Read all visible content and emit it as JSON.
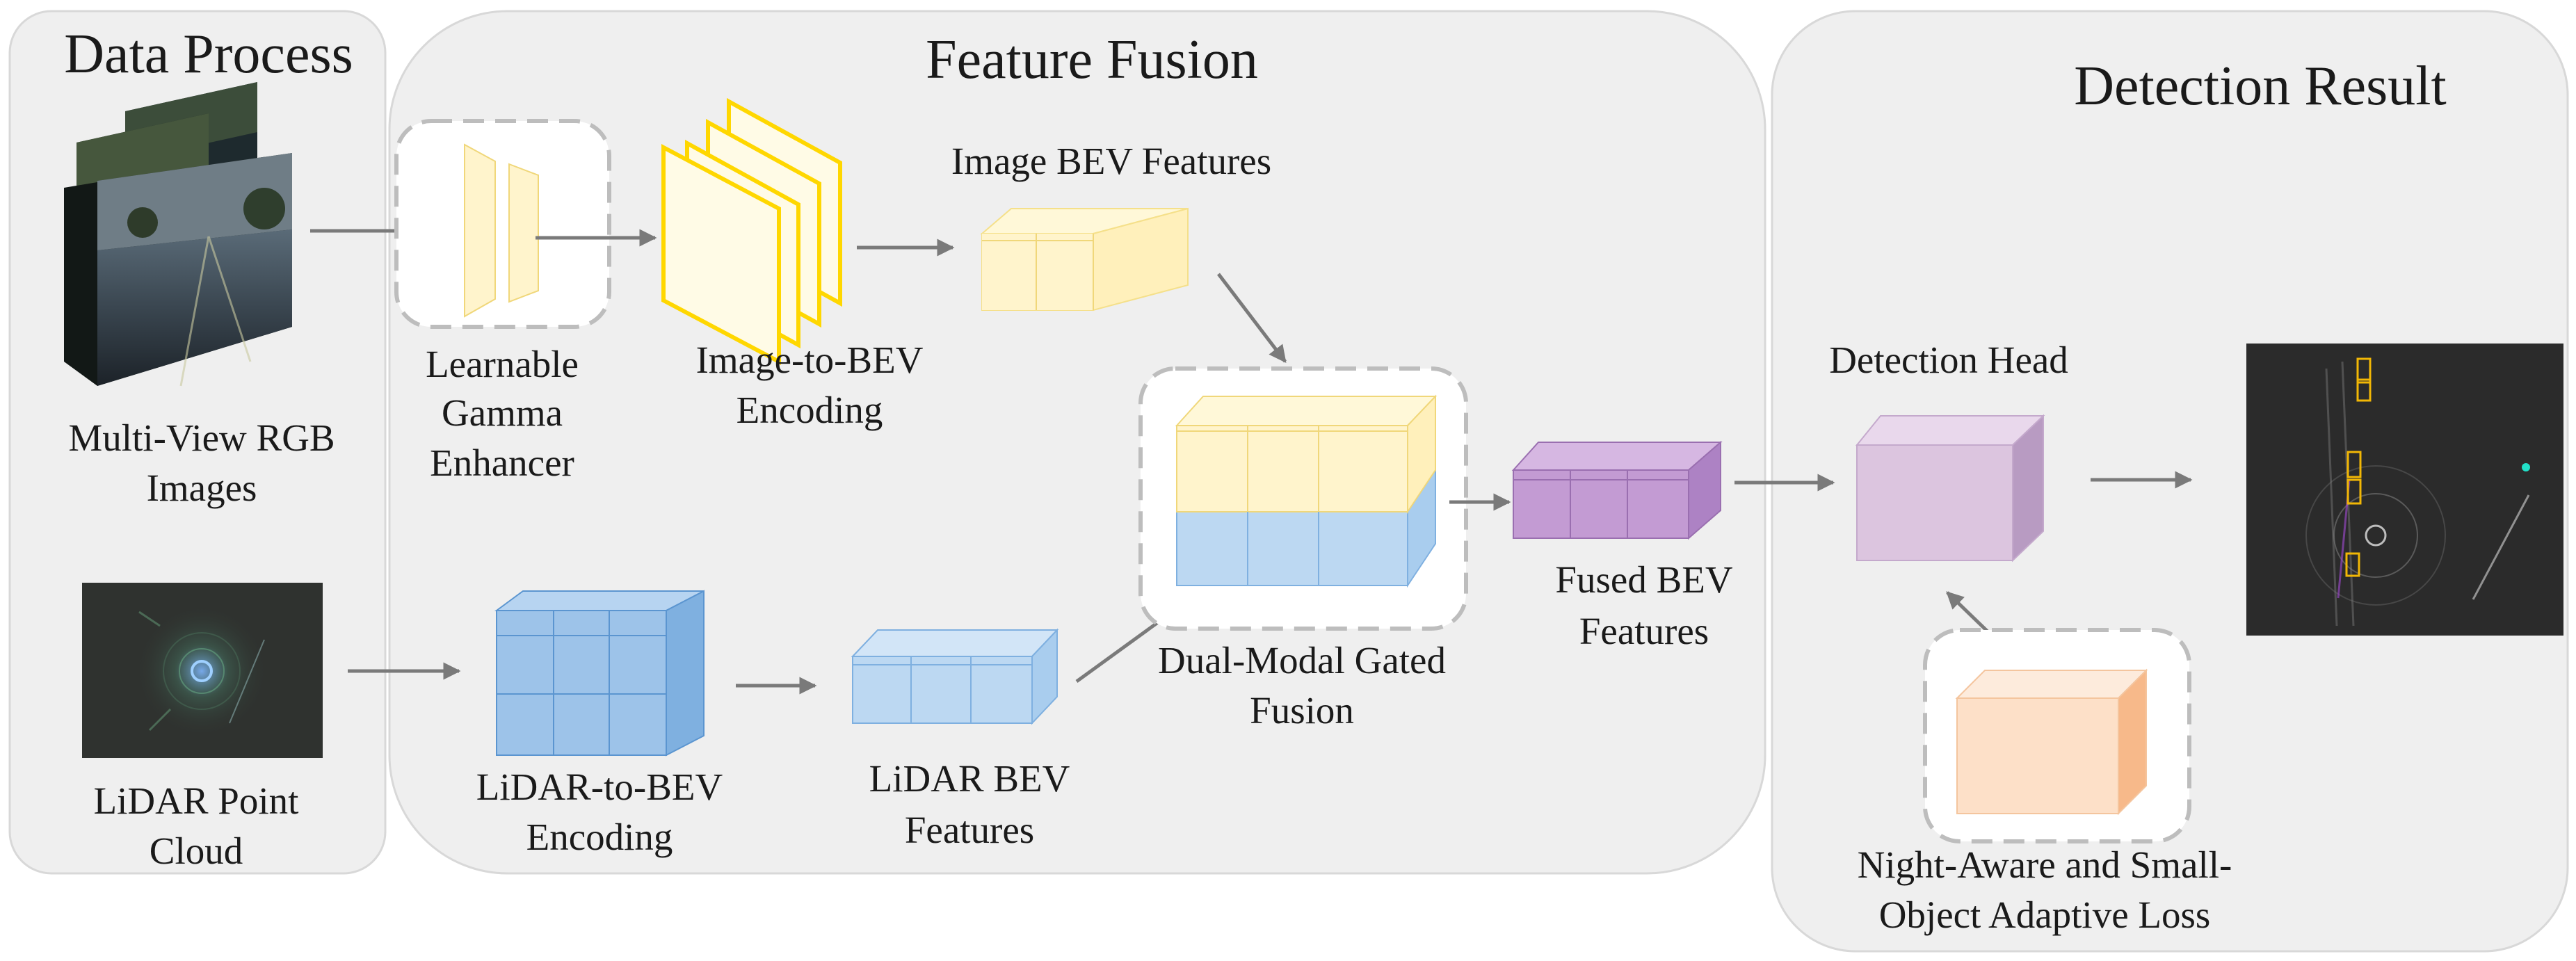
{
  "panels": {
    "data_process": "Data Process",
    "feature_fusion": "Feature Fusion",
    "detection_result": "Detection Result"
  },
  "labels": {
    "rgb_images": [
      "Multi-View RGB",
      "Images"
    ],
    "lidar_cloud": [
      "LiDAR Point",
      "Cloud"
    ],
    "gamma_enhancer": [
      "Learnable",
      "Gamma",
      "Enhancer"
    ],
    "image_to_bev": [
      "Image-to-BEV",
      "Encoding"
    ],
    "image_bev_features": [
      "Image BEV Features"
    ],
    "lidar_to_bev": [
      "LiDAR-to-BEV",
      "Encoding"
    ],
    "lidar_bev_features": [
      "LiDAR BEV",
      "Features"
    ],
    "gated_fusion": [
      "Dual-Modal Gated",
      "Fusion"
    ],
    "fused_bev_features": [
      "Fused BEV",
      "Features"
    ],
    "detection_head": [
      "Detection Head"
    ],
    "adaptive_loss": [
      "Night-Aware and Small-",
      "Object Adaptive Loss"
    ]
  },
  "colors": {
    "panel_bg": "#efefef",
    "image_yellow": "#fff4cc",
    "image_yellow_edge": "#ffd700",
    "lidar_blue": "#a4c8ec",
    "lidar_blue_edge": "#5b95d0",
    "fused_purple": "#c39bd3",
    "head_purple": "#dcc5df",
    "loss_orange": "#fde0c8",
    "arrow_gray": "#7a7a7a",
    "bev_map_bg": "#2b2b2b",
    "detection_box": "#f2b705"
  }
}
